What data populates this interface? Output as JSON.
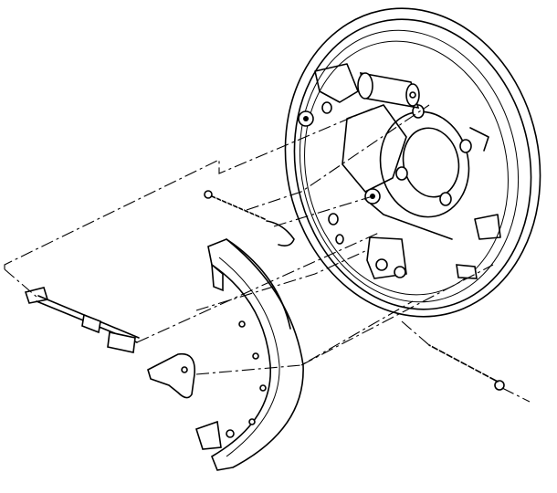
{
  "diagram": {
    "type": "exploded-view line drawing",
    "colors": {
      "line": "#000000",
      "background": "#ffffff"
    },
    "parts": [
      "backing-plate",
      "brake-shoe",
      "upper-spring",
      "lower-spring",
      "adjuster-rod",
      "adjuster-lever"
    ]
  }
}
